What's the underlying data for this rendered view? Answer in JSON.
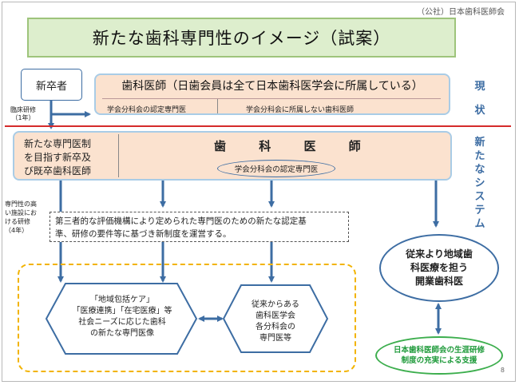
{
  "header": {
    "organization": "（公社）日本歯科医師会",
    "title": "新たな歯科専門性のイメージ（試案）"
  },
  "current": {
    "new_graduate": "新卒者",
    "clinical_training": [
      "臨床研修",
      "（1年）"
    ],
    "dentist_heading": "歯科医師（日歯会員は全て日本歯科医学会に所属している）",
    "certified": "学会分科会の認定専門医",
    "not_affiliated": "学会分科会に所属しない歯科医師",
    "label": [
      "現",
      "状"
    ]
  },
  "new_system": {
    "left_text": [
      "新たな専門医制",
      "を目指す新卒及",
      "び既卒歯科医師"
    ],
    "dentist_title": "歯 科 医 師",
    "certified_oval": "学会分科会の認定専門医",
    "label": [
      "新",
      "た",
      "な",
      "シ",
      "ス",
      "テ",
      "ム"
    ]
  },
  "advanced_training": [
    "専門性の高",
    "い施設にお",
    "ける研修",
    "（4年）"
  ],
  "third_party_box": [
    "第三者的な評価機構により定められた専門医のための新たな認定基",
    "準、研修の要件等に基づき新制度を運営する。"
  ],
  "hexagon_left": [
    "「地域包括ケア」",
    "「医療連携」「在宅医療」等",
    "社会ニーズに応じた歯科",
    "の新たな専門医像"
  ],
  "hexagon_right": [
    "従来からある",
    "歯科医学会",
    "各分科会の",
    "専門医等"
  ],
  "local_dentist": [
    "従来より地域歯",
    "科医療を担う",
    "開業歯科医"
  ],
  "support": [
    "日本歯科医師会の生涯研修",
    "制度の充実による支援"
  ],
  "page_number": "8",
  "colors": {
    "accent_blue": "#3d6da3",
    "red_line": "#d52b2b",
    "green": "#3cae4d",
    "peach": "#fbe2cf",
    "title_green": "#ddeecd",
    "dash_yellow": "#f2b300"
  }
}
